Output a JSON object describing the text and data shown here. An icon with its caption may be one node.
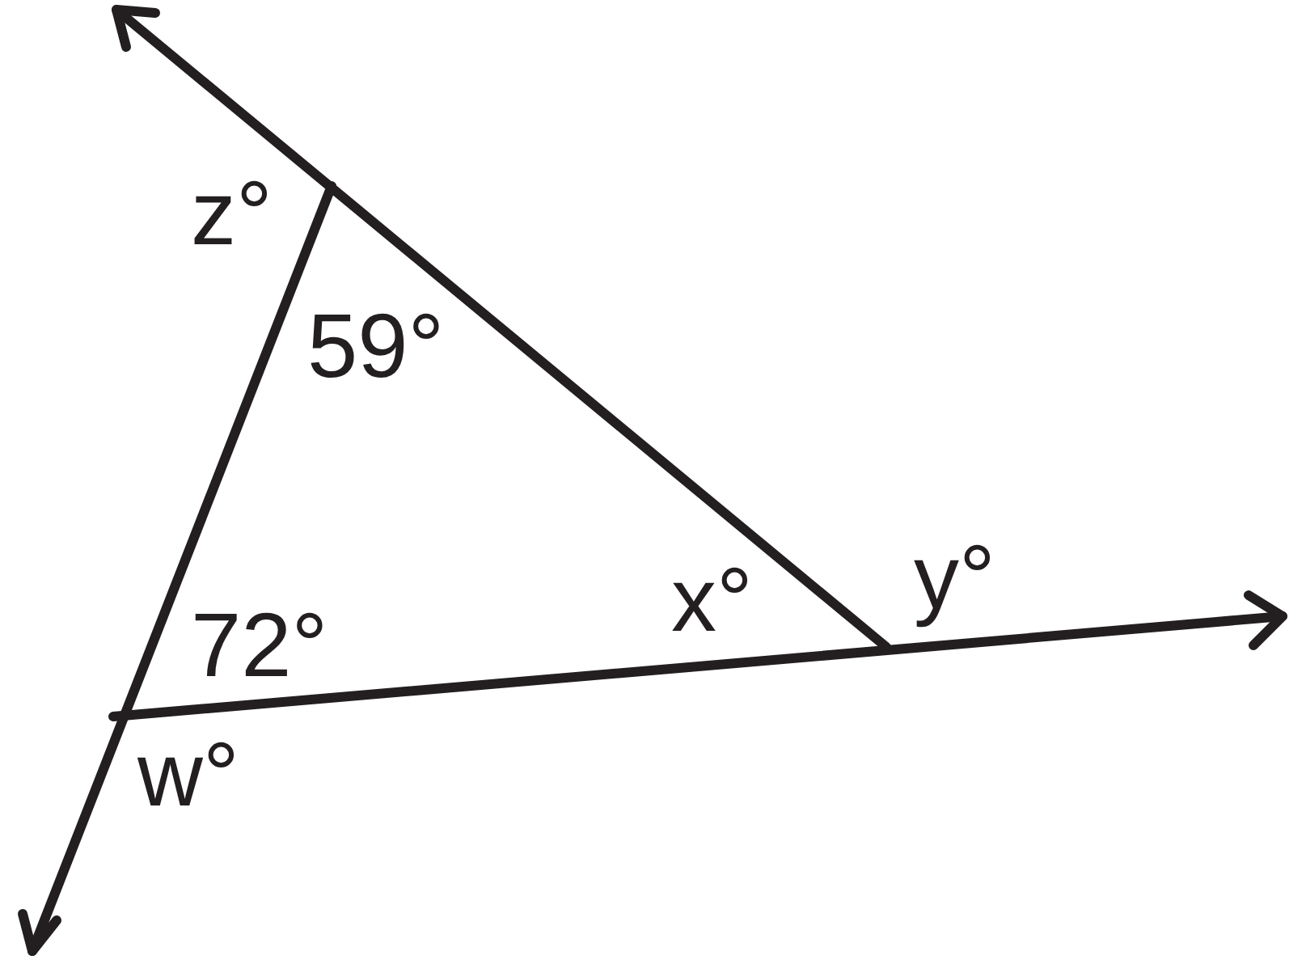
{
  "diagram": {
    "labels": [
      "z°",
      "59°",
      "y°",
      "x°",
      "72°",
      "w°"
    ]
  }
}
